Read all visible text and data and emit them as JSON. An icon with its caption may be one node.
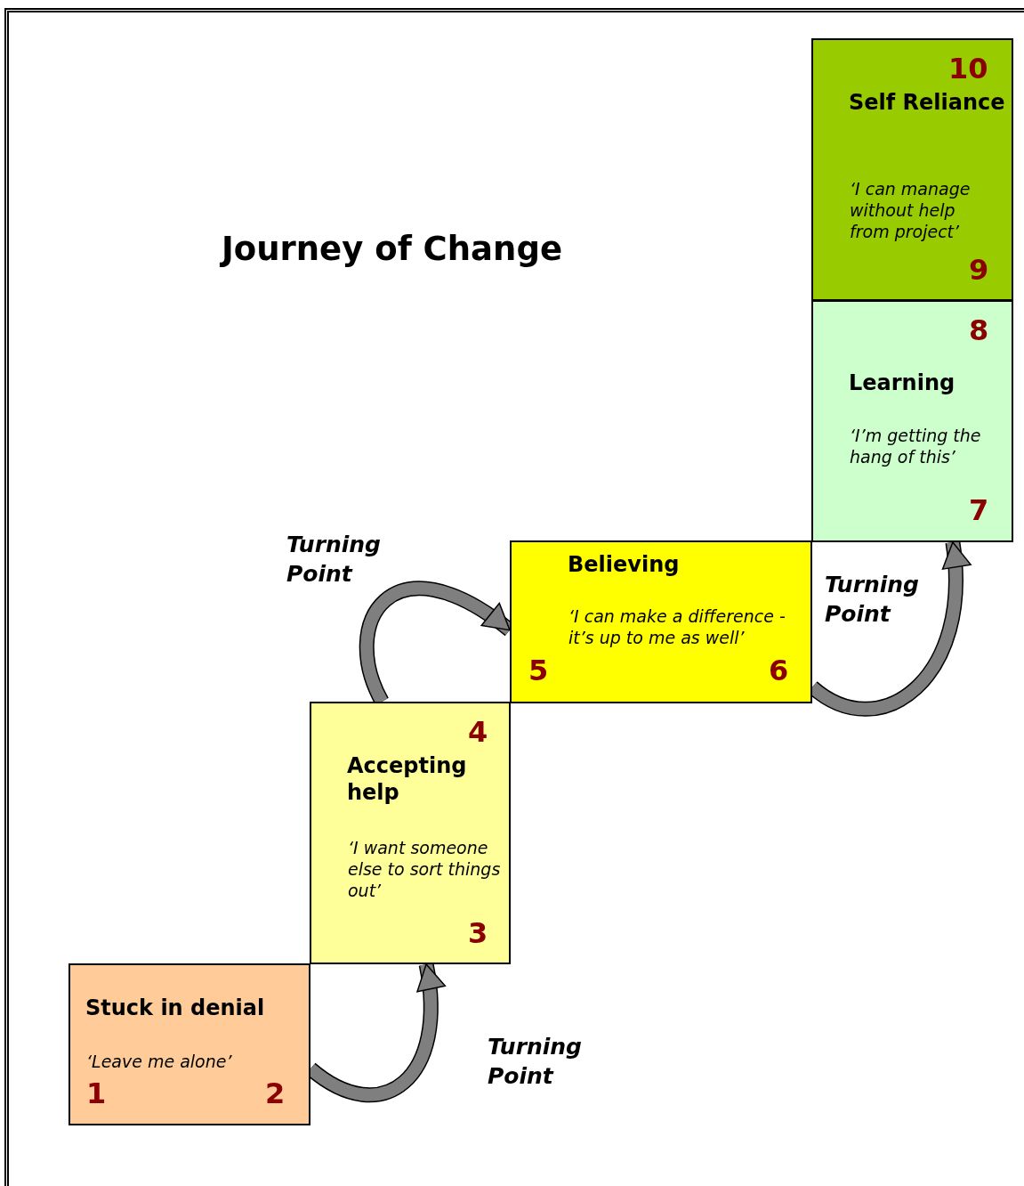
{
  "diagram": {
    "title": "Journey of Change",
    "nodes": [
      {
        "text": [
          "Stuck in denial",
          "‘Leave me alone’",
          "1",
          "2"
        ]
      },
      {
        "text": [
          "4",
          "Accepting help",
          "‘I want someone else to sort things out’",
          "3"
        ]
      },
      {
        "text": [
          "Believing",
          "‘I can make a difference  - it’s up to me as well’",
          "5",
          "6"
        ]
      },
      {
        "text": [
          "8",
          "Learning",
          "‘I’m getting the hang of this’",
          "7"
        ]
      },
      {
        "text": [
          "10",
          "Self Reliance",
          "‘I can manage without help from project’",
          "9"
        ]
      }
    ],
    "edges": [
      {
        "from": 0,
        "to": 1,
        "arrow": "to"
      },
      {
        "from": 1,
        "to": 2,
        "arrow": "to"
      },
      {
        "from": 2,
        "to": 3,
        "arrow": "to"
      }
    ],
    "labels": [
      "Turning Point",
      "Turning Point",
      "Turning Point"
    ]
  }
}
